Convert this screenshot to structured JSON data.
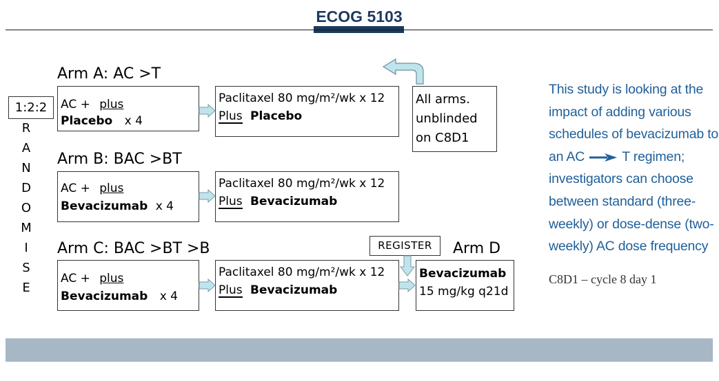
{
  "header": {
    "title": "ECOG 5103"
  },
  "randomisation": {
    "ratio": "1:2:2",
    "letters": [
      "R",
      "A",
      "N",
      "D",
      "O",
      "M",
      "I",
      "S",
      "E"
    ]
  },
  "arms": [
    {
      "title": "Arm A: AC >T",
      "first_line": "AC +",
      "plus": "plus",
      "agent": "Placebo",
      "cycles": "x 4",
      "second_line1": "Paclitaxel 80 mg/m²/wk x 12",
      "second_plus": "Plus",
      "second_agent": "Placebo"
    },
    {
      "title": "Arm B: BAC >BT",
      "first_line": "AC +",
      "plus": "plus",
      "agent": "Bevacizumab",
      "cycles": "x 4",
      "second_line1": "Paclitaxel 80 mg/m²/wk x 12",
      "second_plus": "Plus",
      "second_agent": "Bevacizumab"
    },
    {
      "title": "Arm C: BAC >BT >B",
      "first_line": "AC +",
      "plus": "plus",
      "agent": "Bevacizumab",
      "cycles": "x 4",
      "second_line1": "Paclitaxel 80 mg/m²/wk x 12",
      "second_plus": "Plus",
      "second_agent": "Bevacizumab"
    }
  ],
  "unblinded": {
    "line1": "All arms.",
    "line2": "unblinded",
    "line3": "on C8D1"
  },
  "register": {
    "label": "REGISTER"
  },
  "arm_d": {
    "title": "Arm D",
    "agent": "Bevacizumab",
    "dose": "15 mg/kg q21d"
  },
  "note": {
    "lines": [
      "This study is looking at the",
      "impact of adding various",
      "schedules of bevacizumab to"
    ],
    "ac_prefix": "an AC",
    "ac_suffix": "T regimen;",
    "lines2": [
      "investigators can choose",
      "between standard (three-",
      "weekly) or dose-dense (two-",
      "weekly) AC dose frequency"
    ]
  },
  "abbreviation": "C8D1 – cycle 8 day 1",
  "colors": {
    "title_navy": "#1c3a5e",
    "note_blue": "#1f5f9a",
    "footer_bar": "#a7b7c5",
    "connector": "#bfe4ec"
  }
}
